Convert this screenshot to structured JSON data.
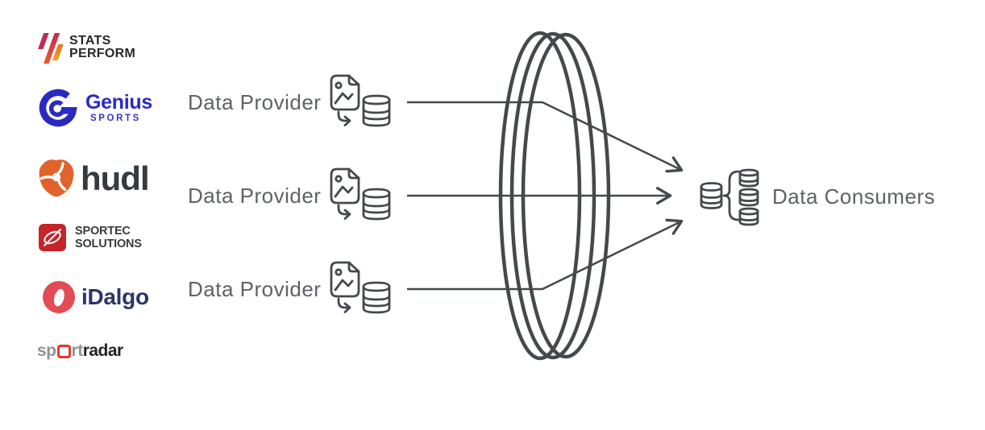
{
  "logos": {
    "stats_perform": {
      "line1": "STATS",
      "line2": "PERFORM"
    },
    "genius_sports": {
      "name": "Genius",
      "subtitle": "SPORTS"
    },
    "hudl": {
      "name": "hudl"
    },
    "sportec_solutions": {
      "line1": "SPORTEC",
      "line2": "SOLUTIONS"
    },
    "idalgo": {
      "name": "iDalgo"
    },
    "sportradar": {
      "seg_gray_1": "sp",
      "seg_gray_2": "rt",
      "seg_dark": "radar"
    }
  },
  "providers": [
    {
      "label": "Data Provider"
    },
    {
      "label": "Data Provider"
    },
    {
      "label": "Data Provider"
    }
  ],
  "consumers": {
    "label": "Data Consumers"
  },
  "colors": {
    "diagram_stroke": "#45484c",
    "label_text": "#5e6165",
    "stats_red": "#c9274f",
    "stats_orange": "#f6a11e",
    "genius_blue": "#2a2ac2",
    "hudl_orange": "#e2622b",
    "sportec_red": "#c5242a",
    "idalgo_red": "#e34b57",
    "sportradar_red": "#e23a2e"
  }
}
